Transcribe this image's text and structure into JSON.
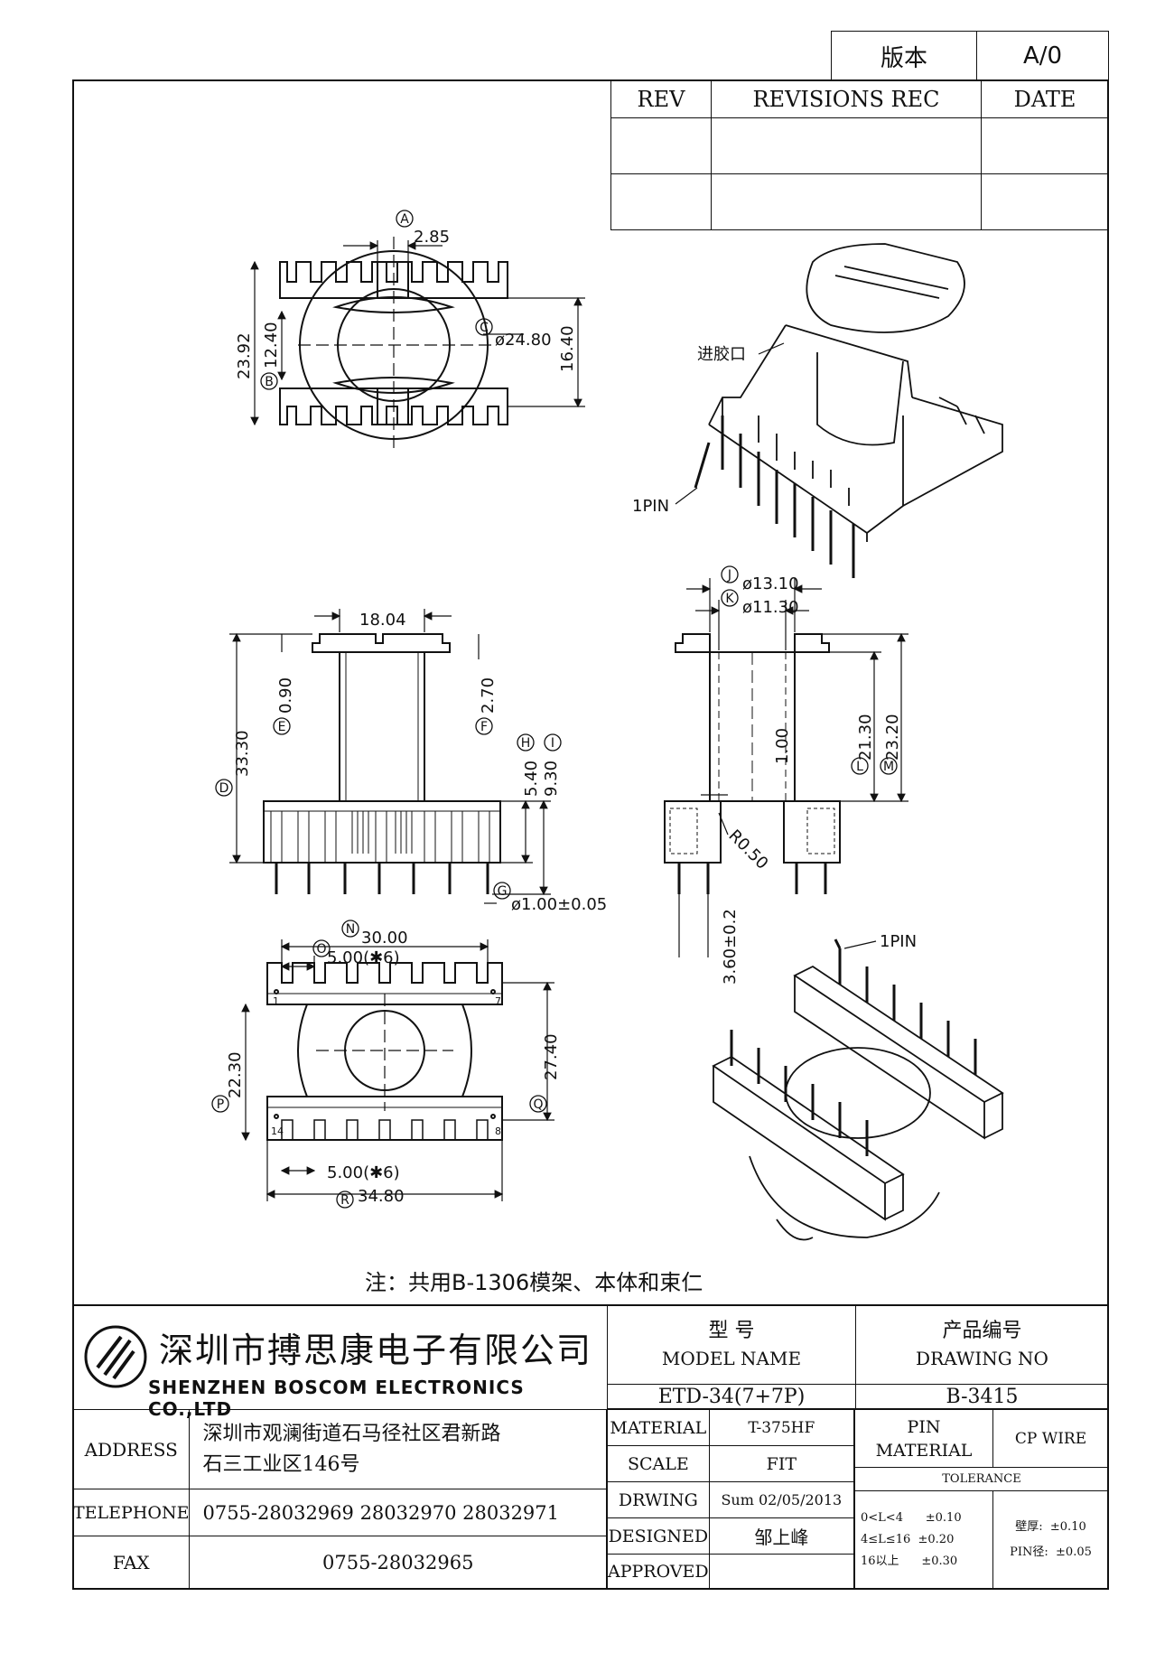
{
  "version_box": {
    "label": "版本",
    "value": "A/0"
  },
  "revisions": {
    "col_rev": "REV",
    "col_rec": "REVISIONS REC",
    "col_date": "DATE"
  },
  "drawing": {
    "dims": {
      "a": "2.85",
      "c": "ø24.80",
      "b_outer": "23.92",
      "b_inner": "12.40",
      "h16": "16.40",
      "w1804": "18.04",
      "d": "33.30",
      "e": "0.90",
      "f": "2.70",
      "h": "5.40",
      "i": "9.30",
      "g": "ø1.00±0.05",
      "j": "ø13.10",
      "k": "ø11.30",
      "l": "21.30",
      "m": "23.20",
      "wall": "1.00",
      "r": "R0.50",
      "pinlen": "3.60±0.2",
      "n": "30.00",
      "o": "5.00(✱6)",
      "p": "22.30",
      "q": "27.40",
      "o2": "5.00(✱6)",
      "rdim": "34.80"
    },
    "letters": [
      "A",
      "B",
      "C",
      "D",
      "E",
      "F",
      "G",
      "H",
      "I",
      "J",
      "K",
      "L",
      "M",
      "N",
      "O",
      "P",
      "Q",
      "R"
    ],
    "iso_labels": {
      "gate": "进胶口",
      "pin1_top": "1PIN",
      "pin1_bottom": "1PIN"
    },
    "pin_nums": {
      "p1": "1",
      "p7": "7",
      "p14": "14",
      "p8": "8"
    },
    "note": "注：共用B-1306模架、本体和束仁"
  },
  "title_block": {
    "company_cn": "深圳市搏思康电子有限公司",
    "company_en": "SHENZHEN BOSCOM ELECTRONICS CO.,LTD",
    "address_label": "ADDRESS",
    "address_line1": "深圳市观澜街道石马径社区君新路",
    "address_line2": "石三工业区146号",
    "telephone_label": "TELEPHONE",
    "telephone": "0755-28032969 28032970 28032971",
    "fax_label": "FAX",
    "fax": "0755-28032965",
    "model_label_cn": "型    号",
    "model_label_en": "MODEL NAME",
    "model": "ETD-34(7+7P)",
    "drawing_no_label_cn": "产品编号",
    "drawing_no_label_en": "DRAWING NO",
    "drawing_no": "B-3415",
    "material_label": "MATERIAL",
    "material": "T-375HF",
    "pin_material_label1": "PIN",
    "pin_material_label2": "MATERIAL",
    "pin_material": "CP WIRE",
    "scale_label": "SCALE",
    "scale": "FIT",
    "tolerance_label": "TOLERANCE",
    "drwing_label": "DRWING",
    "drwing": "Sum 02/05/2013",
    "designed_label": "DESIGNED",
    "designed": "邹上峰",
    "approved_label": "APPROVED",
    "tol_1": "0<L<4      ±0.10",
    "tol_2": "4≤L≤16  ±0.20",
    "tol_3": "16以上      ±0.30",
    "wall_tol": "壁厚:  ±0.10",
    "pin_tol": "PIN径:  ±0.05"
  }
}
